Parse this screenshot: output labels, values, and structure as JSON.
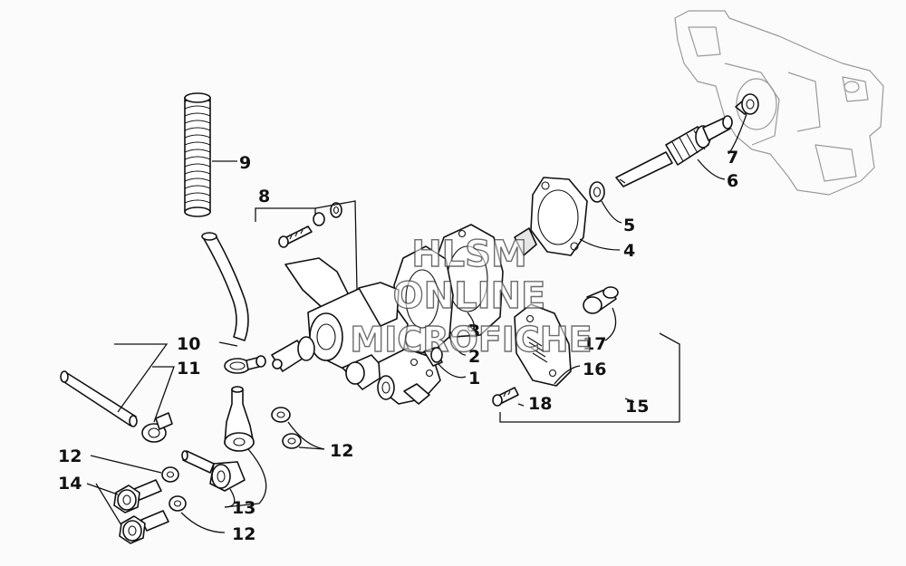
{
  "watermark": {
    "line1": "HLSM",
    "line2": "ONLINE",
    "line3": "MICROFICHE"
  },
  "callouts": {
    "c1": "1",
    "c2": "2",
    "c3": "3",
    "c4": "4",
    "c5": "5",
    "c6": "6",
    "c7": "7",
    "c8": "8",
    "c9": "9",
    "c10": "10",
    "c11": "11",
    "c12a": "12",
    "c12b": "12",
    "c12c": "12",
    "c13": "13",
    "c14": "14",
    "c15": "15",
    "c16": "16",
    "c17": "17",
    "c18": "18"
  }
}
